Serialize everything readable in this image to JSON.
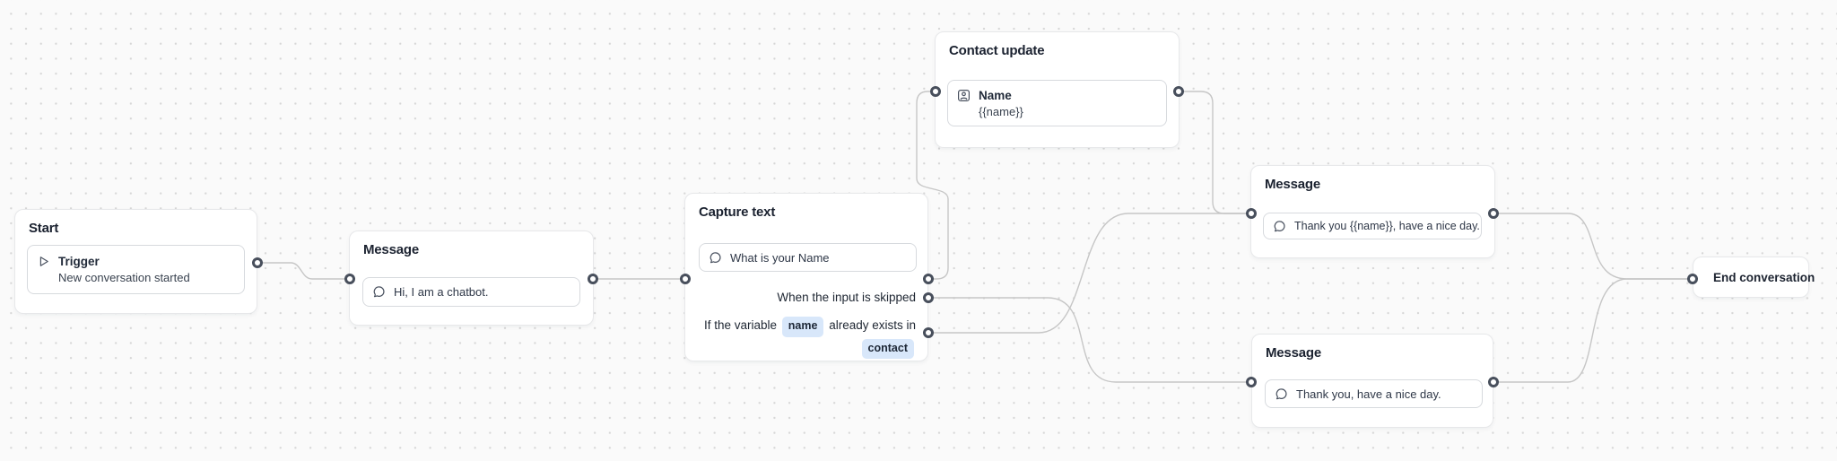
{
  "canvas": {
    "background": "#fafafa",
    "dot_color": "#d7d7d7"
  },
  "colors": {
    "node_background": "#ffffff",
    "node_border": "#e7e8ea",
    "item_border": "#d7dade",
    "title_text": "#1b2230",
    "body_text": "#2e3747",
    "edge": "#c6c6c6",
    "port_ring": "#484f5c",
    "badge_background": "#d8e7fa",
    "badge_text": "#1d2736"
  },
  "nodes": {
    "start": {
      "title": "Start",
      "trigger_label": "Trigger",
      "trigger_description": "New conversation started"
    },
    "message_intro": {
      "title": "Message",
      "text": "Hi, I am a chatbot."
    },
    "capture_text": {
      "title": "Capture text",
      "prompt": "What is your Name",
      "skipped_output_label": "When the input is skipped",
      "exists_output": {
        "prefix": "If the variable",
        "variable": "name",
        "middle": "already exists in",
        "scope": "contact"
      }
    },
    "contact_update": {
      "title": "Contact update",
      "field_label": "Name",
      "field_value": "{{name}}"
    },
    "message_thanks_name": {
      "title": "Message",
      "text": "Thank you {{name}}, have a nice day."
    },
    "message_thanks": {
      "title": "Message",
      "text": "Thank you, have a nice day."
    },
    "end": {
      "title": "End conversation"
    }
  }
}
